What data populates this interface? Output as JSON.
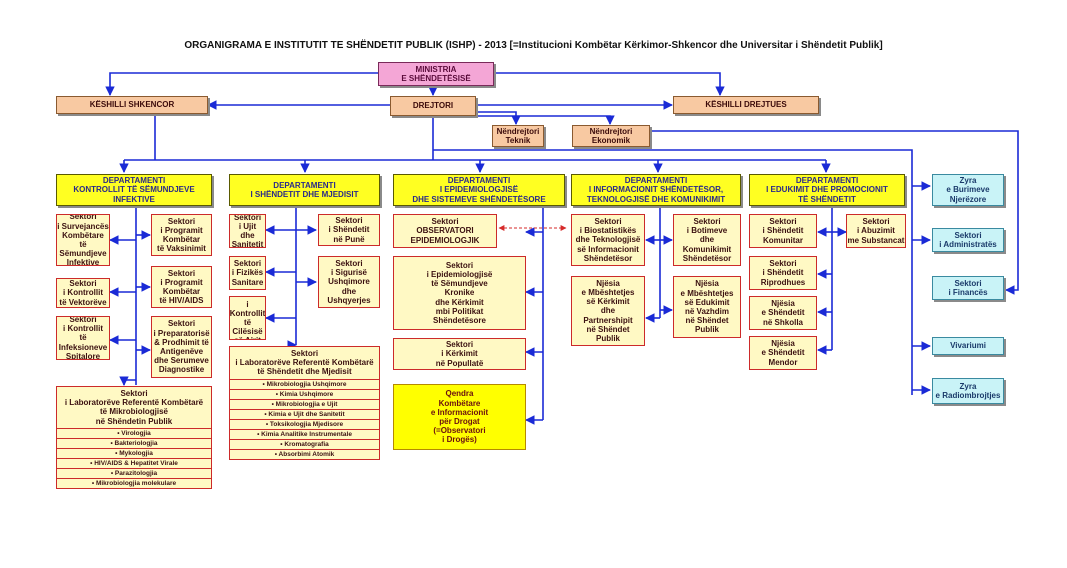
{
  "title": "ORGANIGRAMA E INSTITUTIT TE SHËNDETIT PUBLIK (ISHP) - 2013   [=Institucioni Kombëtar Kërkimor-Shkencor dhe Universitar i Shëndetit Publik]",
  "top": {
    "ministria": "MINISTRIA\nE SHËNDETËSISË",
    "keshilli_shkencor": "KËSHILLI SHKENCOR",
    "drejtori": "DREJTORI",
    "keshilli_drejtues": "KËSHILLI DREJTUES",
    "nendrejtori_teknik": "Nëndrejtori\nTeknik",
    "nendrejtori_ekonomik": "Nëndrejtori\nEkonomik"
  },
  "departments": [
    {
      "title": "DEPARTAMENTI\nKONTROLLIT TË SËMUNDJEVE\nINFEKTIVE",
      "sectors_left": [
        "Sektori\ni Survejancës\nKombëtare\ntë Sëmundjeve\nInfektive",
        "Sektori\ni Kontrollit\ntë Vektorëve",
        "Sektori\ni Kontrollit\ntë Infeksioneve\nSpitalore"
      ],
      "sectors_right": [
        "Sektori\ni Programit\nKombëtar\ntë Vaksinimit",
        "Sektori\ni Programit\nKombëtar\ntë HIV/AIDS",
        "Sektori\ni Preparatorisë\n& Prodhimit të\nAntigenëve\ndhe Serumeve\nDiagnostike"
      ],
      "lab": {
        "title": "Sektori\ni Laboratorëve Referentë Kombëtarë\ntë Mikrobiologjisë\nnë Shëndetin Publik",
        "items": [
          "• Virologjia",
          "• Bakteriologjia",
          "• Mykologjia",
          "• HIV/AIDS  &  Hepatitet Virale",
          "• Parazitologjia",
          "• Mikrobiologjia molekulare"
        ]
      }
    },
    {
      "title": "DEPARTAMENTI\nI SHËNDETIT DHE MJEDISIT",
      "sectors_left": [
        "Sektori\ni Ujit\ndhe Sanitetit",
        "Sektori\ni Fizikës\nSanitare",
        "Sektori\ni Kontrollit\ntë Cilësisë\nsë Ajrit"
      ],
      "sectors_right": [
        "Sektori\ni Shëndetit\nnë Punë",
        "Sektori\ni Sigurisë\nUshqimore\ndhe\nUshqyerjes"
      ],
      "lab": {
        "title": "Sektori\ni Laboratorëve Referentë Kombëtarë\ntë Shëndetit dhe Mjedisit",
        "items": [
          "• Mikrobiologjia Ushqimore",
          "• Kimia Ushqimore",
          "• Mikrobiologjia e Ujit",
          "• Kimia e Ujit dhe Sanitetit",
          "• Toksikologjia Mjedisore",
          "• Kimia Analitike Instrumentale",
          "• Kromatografia",
          "• Absorbimi Atomik"
        ]
      }
    },
    {
      "title": "DEPARTAMENTI\nI EPIDEMIOLOGJISË\nDHE SISTEMEVE SHËNDETËSORE",
      "sectors": [
        "Sektori\nOBSERVATORI\nEPIDEMIOLOGJIK",
        "Sektori\ni Epidemiologjisë\ntë Sëmundjeve\nKronike\ndhe Kërkimit\nmbi Politikat\nShëndetësore",
        "Sektori\ni Kërkimit\nnë Popullatë"
      ],
      "qendra": "Qendra\nKombëtare\ne Informacionit\npër Drogat\n(=Observatori\ni Drogës)"
    },
    {
      "title": "DEPARTAMENTI\nI INFORMACIONIT SHËNDETËSOR,\nTEKNOLOGJISË DHE KOMUNIKIMIT",
      "sectors_left": [
        "Sektori\ni Biostatistikës\ndhe Teknologjisë\nsë Informacionit\nShëndetësor",
        "Njësia\ne Mbështetjes\nsë Kërkimit\ndhe\nPartnershipit\nnë Shëndet\nPublik"
      ],
      "sectors_right": [
        "Sektori\ni Botimeve\ndhe\nKomunikimit\nShëndetësor",
        "Njësia\ne Mbështetjes\nsë Edukimit\nnë Vazhdim\nnë Shëndet\nPublik"
      ]
    },
    {
      "title": "DEPARTAMENTI\nI EDUKIMIT DHE PROMOCIONIT\nTË SHËNDETIT",
      "sectors_left": [
        "Sektori\ni Shëndetit\nKomunitar",
        "Sektori\ni Shëndetit\nRiprodhues",
        "Njësia\ne Shëndetit\nnë Shkolla",
        "Njësia\ne Shëndetit\nMendor"
      ],
      "sectors_right": [
        "Sektori\ni Abuzimit\nme Substancat"
      ]
    }
  ],
  "admin_offices": [
    "Zyra\ne Burimeve\nNjerëzore",
    "Sektori\ni Administratës",
    "Sektori\ni Financës",
    "Vivariumi",
    "Zyra\ne Radiombrojtjes"
  ],
  "colors": {
    "connector": "#1a2ad6",
    "dashed_link": "#d62a2a",
    "ministry": "#f4a6d6",
    "council": "#f8c9a2",
    "department": "#ffff22",
    "sector": "#fff9c4",
    "admin": "#c9f3f7"
  }
}
